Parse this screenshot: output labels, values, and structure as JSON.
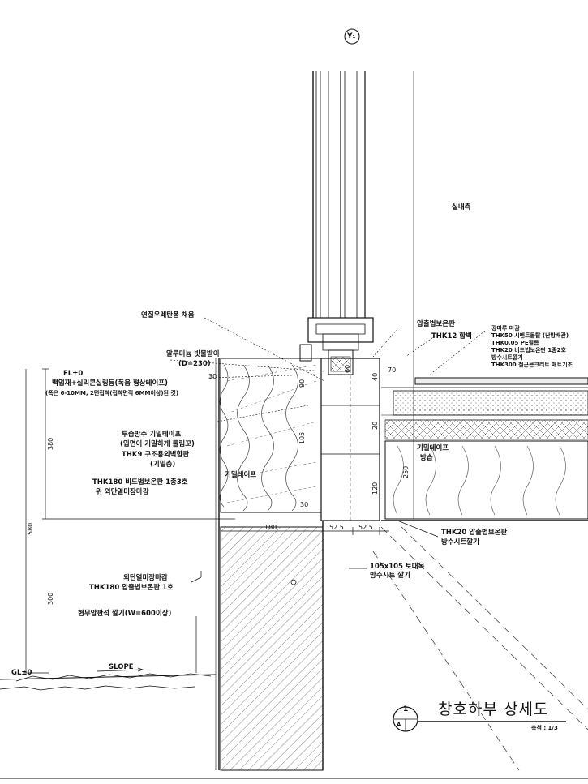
{
  "grid_mark": "Y₁",
  "room_label": "실내측",
  "notes": {
    "urethane": "연질우레탄폼 채움",
    "drip": "알루미늄 빗물받이",
    "drip_d": "(D=230)",
    "fl": "FL±0",
    "sealant_1": "백업재+실리콘실링등(폭음 형상테이프)",
    "sealant_2": "(폭은 6-10MM, 2면접착(접착면적 6MM이상)된 것)",
    "waterproof_1": "투습방수 기밀테이프",
    "waterproof_2": "(입면이 기밀하게 틀림꼬)",
    "thk9_1": "THK9 구조용외벽합판",
    "thk9_2": "(기밀층)",
    "tape": "기밀테이프",
    "thk180": "THK180 비드법보온판 1종3호",
    "thk180_sub": "위 외단열미장마감",
    "ext_finish_1": "외단열미장마감",
    "ext_finish_2": "THK180 압출법보온판 1호",
    "stone": "현무암판석 깔기(W=600이상)",
    "gl": "GL±0",
    "slope": "SLOPE",
    "xps_board": "압출법보온판",
    "thk12": "THK12 합벽",
    "floor_1": "강마루 마감",
    "floor_2": "THK50 시멘트몰탈 (난방배관)",
    "floor_3": "THK0.05 PE필름",
    "floor_4": "THK20 비드법보온판 1종2호",
    "floor_5": "방수시트깔기",
    "floor_6": "THK300 철근콘크리트 매트기초",
    "tape2_1": "기밀테이프",
    "tape2_2": "방습",
    "thk20_1": "THK20 압출법보온판",
    "thk20_2": "방수시트깔기",
    "timber_1": "105x105 토대목",
    "timber_2": "방수시트 깔기"
  },
  "dims": {
    "d30a": "30",
    "d90": "90",
    "d105": "105",
    "d30b": "30",
    "d160": "180",
    "d52a": "52.5",
    "d52b": "52.5",
    "d380": "380",
    "d580": "580",
    "d300": "300",
    "d40": "40",
    "d20": "20",
    "d120": "120",
    "d70": "70",
    "d250": "250",
    "d60": "60"
  },
  "title": {
    "main": "창호하부 상세도",
    "scale": "축척 : 1/3",
    "num_top": "1",
    "num_bottom": "A"
  }
}
